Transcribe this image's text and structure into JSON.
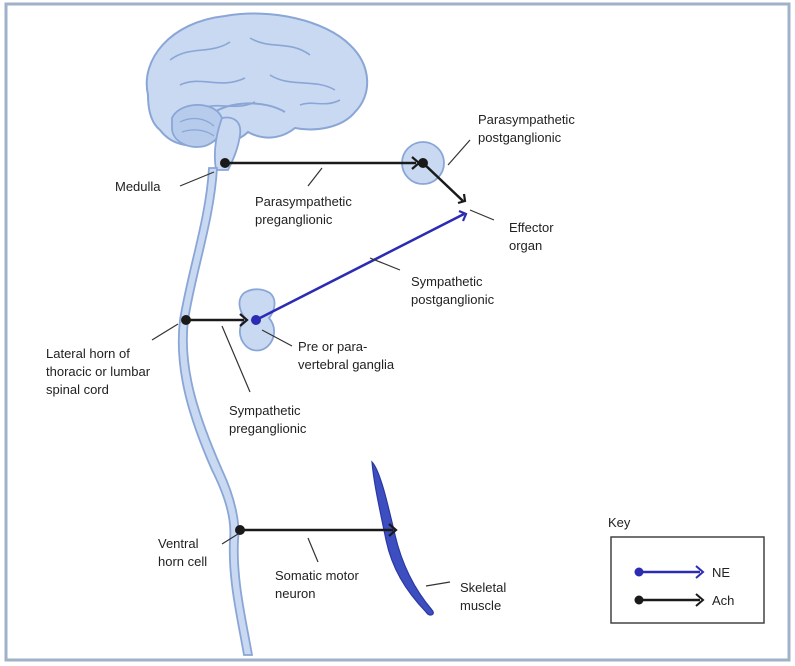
{
  "labels": {
    "parasympathetic_postganglionic": [
      "Parasympathetic",
      "postganglionic"
    ],
    "medulla": [
      "Medulla"
    ],
    "parasympathetic_preganglionic": [
      "Parasympathetic",
      "preganglionic"
    ],
    "effector_organ": [
      "Effector",
      "organ"
    ],
    "sympathetic_postganglionic": [
      "Sympathetic",
      "postganglionic"
    ],
    "lateral_horn": [
      "Lateral horn of",
      "thoracic or lumbar",
      "spinal cord"
    ],
    "ganglia": [
      "Pre or para-",
      "vertebral ganglia"
    ],
    "sympathetic_preganglionic": [
      "Sympathetic",
      "preganglionic"
    ],
    "ventral_horn": [
      "Ventral",
      "horn cell"
    ],
    "somatic_motor": [
      "Somatic motor",
      "neuron"
    ],
    "skeletal_muscle": [
      "Skeletal",
      "muscle"
    ]
  },
  "key": {
    "title": "Key",
    "items": [
      {
        "label": "NE",
        "color": "#2b2bb3"
      },
      {
        "label": "Ach",
        "color": "#1a1a1a"
      }
    ]
  },
  "colors": {
    "tissue_fill": "#c9d9f2",
    "tissue_stroke": "#8aa6d6",
    "ne_fiber": "#2b2bb3",
    "ach_fiber": "#1a1a1a",
    "muscle_fill": "#3d4fc0",
    "frame": "#9fb2c8"
  }
}
